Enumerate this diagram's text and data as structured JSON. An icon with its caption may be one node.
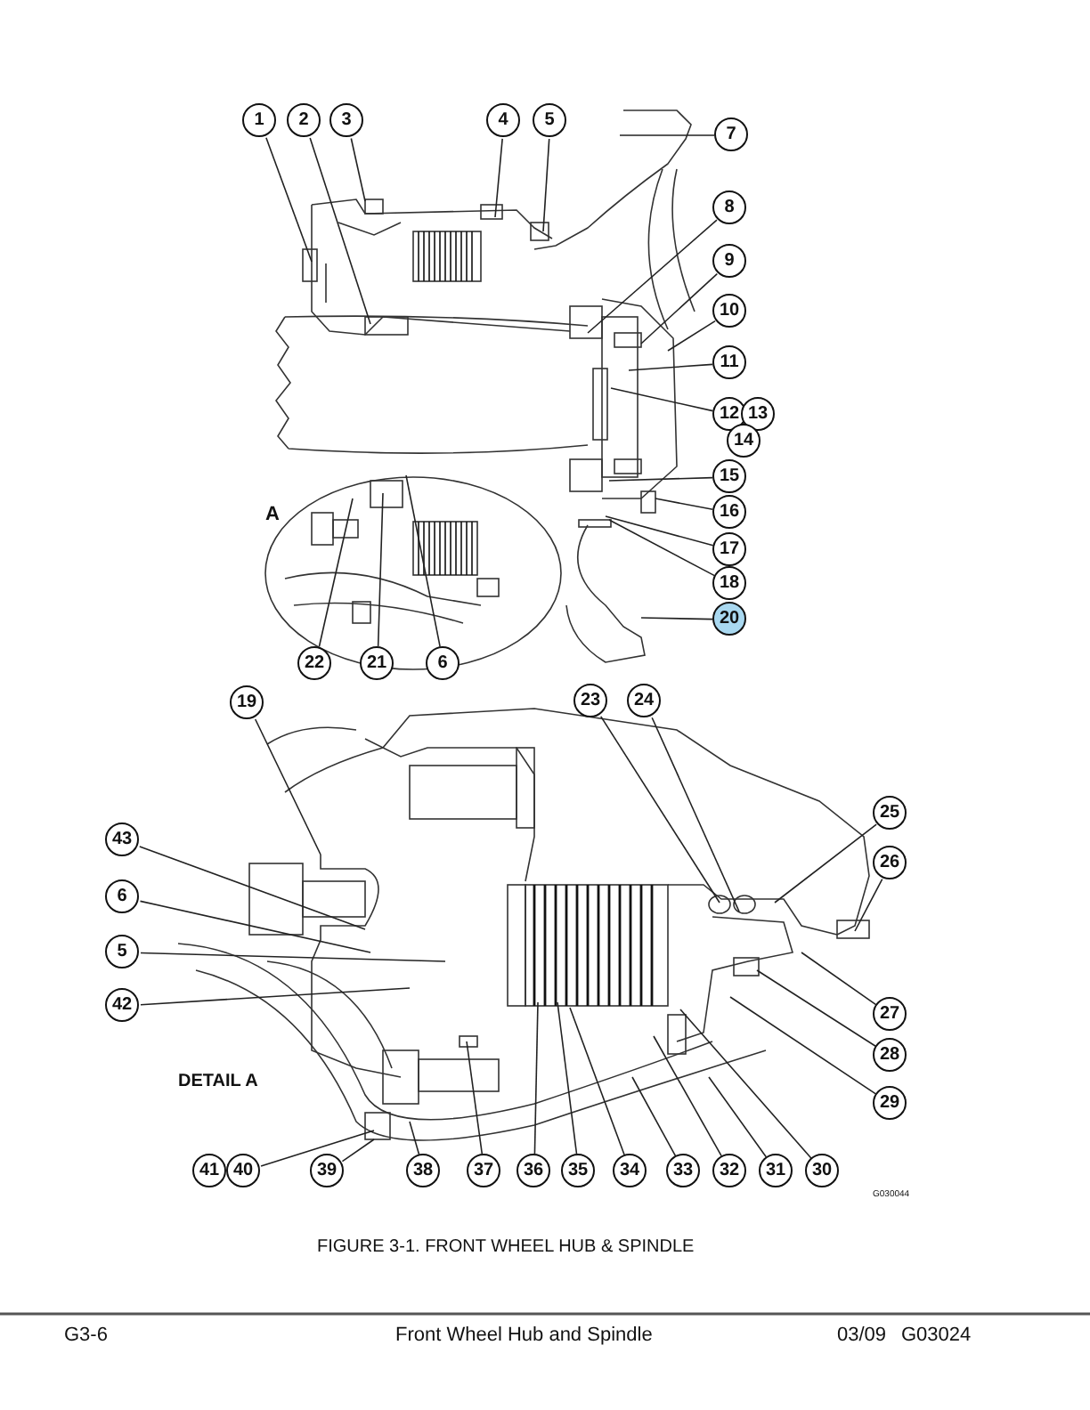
{
  "diagram": {
    "caption": "FIGURE 3-1. FRONT WHEEL HUB & SPINDLE",
    "nodes": [
      {
        "text": [
          "1"
        ]
      },
      {
        "text": [
          "2"
        ]
      },
      {
        "text": [
          "3"
        ]
      },
      {
        "text": [
          "4"
        ]
      },
      {
        "text": [
          "5"
        ]
      },
      {
        "text": [
          "7"
        ]
      },
      {
        "text": [
          "8"
        ]
      },
      {
        "text": [
          "9"
        ]
      },
      {
        "text": [
          "10"
        ]
      },
      {
        "text": [
          "11"
        ]
      },
      {
        "text": [
          "12"
        ]
      },
      {
        "text": [
          "13"
        ]
      },
      {
        "text": [
          "14"
        ]
      },
      {
        "text": [
          "15"
        ]
      },
      {
        "text": [
          "16"
        ]
      },
      {
        "text": [
          "17"
        ]
      },
      {
        "text": [
          "18"
        ]
      },
      {
        "text": [
          "20"
        ]
      },
      {
        "text": [
          "22"
        ]
      },
      {
        "text": [
          "21"
        ]
      },
      {
        "text": [
          "6"
        ]
      },
      {
        "text": [
          "19"
        ]
      },
      {
        "text": [
          "23"
        ]
      },
      {
        "text": [
          "24"
        ]
      },
      {
        "text": [
          "25"
        ]
      },
      {
        "text": [
          "26"
        ]
      },
      {
        "text": [
          "43"
        ]
      },
      {
        "text": [
          "6"
        ]
      },
      {
        "text": [
          "27"
        ]
      },
      {
        "text": [
          "5"
        ]
      },
      {
        "text": [
          "42"
        ]
      },
      {
        "text": [
          "28"
        ]
      },
      {
        "text": [
          "29"
        ]
      },
      {
        "text": [
          "41"
        ]
      },
      {
        "text": [
          "40"
        ]
      },
      {
        "text": [
          "39"
        ]
      },
      {
        "text": [
          "38"
        ]
      },
      {
        "text": [
          "37"
        ]
      },
      {
        "text": [
          "36"
        ]
      },
      {
        "text": [
          "35"
        ]
      },
      {
        "text": [
          "34"
        ]
      },
      {
        "text": [
          "33"
        ]
      },
      {
        "text": [
          "32"
        ]
      },
      {
        "text": [
          "31"
        ]
      },
      {
        "text": [
          "30"
        ]
      }
    ],
    "edges": [
      {
        "from": 0,
        "to": null,
        "arrow": "none"
      },
      {
        "from": 1,
        "to": null,
        "arrow": "none"
      },
      {
        "from": 2,
        "to": null,
        "arrow": "none"
      },
      {
        "from": 3,
        "to": null,
        "arrow": "none"
      },
      {
        "from": 4,
        "to": null,
        "arrow": "none"
      },
      {
        "from": 5,
        "to": null,
        "arrow": "none"
      },
      {
        "from": 6,
        "to": null,
        "arrow": "none"
      },
      {
        "from": 7,
        "to": null,
        "arrow": "none"
      },
      {
        "from": 8,
        "to": null,
        "arrow": "none"
      },
      {
        "from": 9,
        "to": null,
        "arrow": "none"
      },
      {
        "from": 10,
        "to": null,
        "arrow": "none"
      },
      {
        "from": 13,
        "to": null,
        "arrow": "none"
      },
      {
        "from": 14,
        "to": null,
        "arrow": "none"
      },
      {
        "from": 15,
        "to": null,
        "arrow": "none"
      },
      {
        "from": 16,
        "to": null,
        "arrow": "none"
      },
      {
        "from": 17,
        "to": null,
        "arrow": "none"
      },
      {
        "from": 18,
        "to": null,
        "arrow": "none"
      },
      {
        "from": 19,
        "to": null,
        "arrow": "none"
      },
      {
        "from": 20,
        "to": null,
        "arrow": "none"
      },
      {
        "from": 21,
        "to": null,
        "arrow": "none"
      },
      {
        "from": 22,
        "to": null,
        "arrow": "none"
      },
      {
        "from": 23,
        "to": null,
        "arrow": "none"
      },
      {
        "from": 24,
        "to": null,
        "arrow": "none"
      },
      {
        "from": 25,
        "to": null,
        "arrow": "none"
      },
      {
        "from": 26,
        "to": null,
        "arrow": "none"
      },
      {
        "from": 27,
        "to": null,
        "arrow": "none"
      },
      {
        "from": 28,
        "to": null,
        "arrow": "none"
      },
      {
        "from": 29,
        "to": null,
        "arrow": "none"
      },
      {
        "from": 30,
        "to": null,
        "arrow": "none"
      },
      {
        "from": 31,
        "to": null,
        "arrow": "none"
      },
      {
        "from": 32,
        "to": null,
        "arrow": "none"
      },
      {
        "from": 34,
        "to": null,
        "arrow": "none"
      },
      {
        "from": 35,
        "to": null,
        "arrow": "none"
      },
      {
        "from": 36,
        "to": null,
        "arrow": "none"
      },
      {
        "from": 37,
        "to": null,
        "arrow": "none"
      },
      {
        "from": 38,
        "to": null,
        "arrow": "none"
      },
      {
        "from": 39,
        "to": null,
        "arrow": "none"
      },
      {
        "from": 40,
        "to": null,
        "arrow": "none"
      },
      {
        "from": 41,
        "to": null,
        "arrow": "none"
      },
      {
        "from": 42,
        "to": null,
        "arrow": "none"
      },
      {
        "from": 43,
        "to": null,
        "arrow": "none"
      },
      {
        "from": 44,
        "to": null,
        "arrow": "none"
      }
    ],
    "labels": [
      "A",
      "DETAIL A",
      "G030044",
      "G3-6",
      "Front Wheel Hub and Spindle",
      "03/09",
      "G03024"
    ]
  }
}
